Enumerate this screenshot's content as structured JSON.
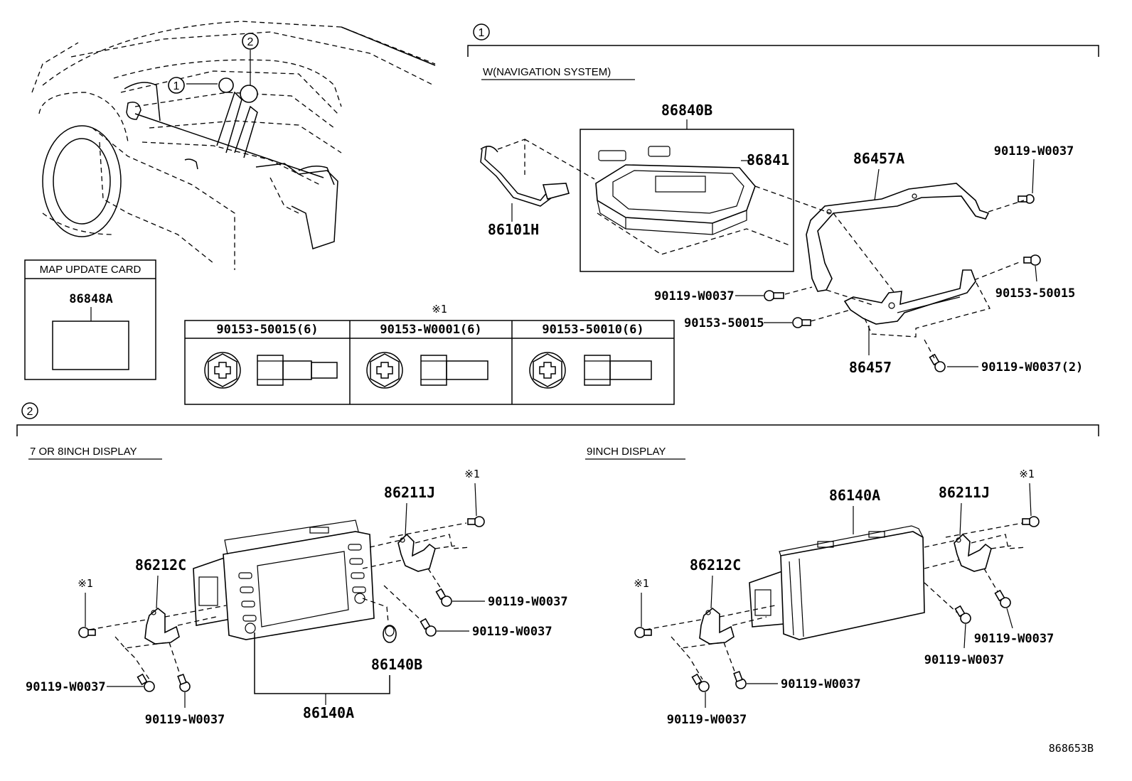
{
  "figure_id": "868653B",
  "sections": {
    "one": {
      "marker": "1",
      "caption": "W(NAVIGATION SYSTEM)"
    },
    "two": {
      "marker": "2",
      "left_caption": "7 OR 8INCH DISPLAY",
      "right_caption": "9INCH DISPLAY"
    }
  },
  "vehicle_callouts": [
    "1",
    "2"
  ],
  "map_card": {
    "title": "MAP UPDATE CARD",
    "part": "86848A"
  },
  "screw_table": {
    "note": "※1",
    "columns": [
      "90153-50015(6)",
      "90153-W0001(6)",
      "90153-50010(6)"
    ]
  },
  "nav_parts": {
    "box_part": "86840B",
    "module": "86841",
    "harness": "86101H",
    "bracket_upper": "86457A",
    "bracket_lower": "86457",
    "bolt_top_right": "90119-W0037",
    "bolt_left": "90119-W0037",
    "screw_left": "90153-50015",
    "screw_right": "90153-50015",
    "bolt_bottom": "90119-W0037(2)"
  },
  "display_left": {
    "bracket_left": "86212C",
    "bracket_right": "86211J",
    "note_left": "※1",
    "note_right": "※1",
    "bolt_right_1": "90119-W0037",
    "bolt_right_2": "90119-W0037",
    "knob": "86140B",
    "bolt_bottom_left": "90119-W0037",
    "bolt_bottom": "90119-W0037",
    "unit": "86140A"
  },
  "display_right": {
    "unit": "86140A",
    "bracket_left": "86212C",
    "bracket_right": "86211J",
    "note_left": "※1",
    "note_right": "※1",
    "bolt_bottom_mid": "90119-W0037",
    "bolt_bottom_left": "90119-W0037",
    "bolt_right_1": "90119-W0037",
    "bolt_right_2": "90119-W0037"
  }
}
